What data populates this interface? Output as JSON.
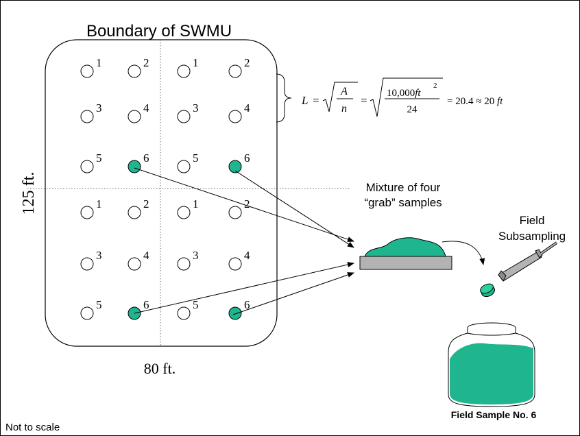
{
  "diagram": {
    "title": "Boundary of SWMU",
    "height_label": "125 ft.",
    "width_label": "80 ft.",
    "sample_numbers": [
      [
        "1",
        "2",
        "1",
        "2"
      ],
      [
        "3",
        "4",
        "3",
        "4"
      ],
      [
        "5",
        "6",
        "5",
        "6"
      ],
      [
        "1",
        "2",
        "1",
        "2"
      ],
      [
        "3",
        "4",
        "3",
        "4"
      ],
      [
        "5",
        "6",
        "5",
        "6"
      ]
    ],
    "selected_sample": "6",
    "formula": {
      "lhs": "L",
      "eq": "=",
      "frac1_num": "A",
      "frac1_den": "n",
      "frac2_num": "10,000",
      "frac2_unit": "ft",
      "frac2_exp": "2",
      "frac2_den": "24",
      "result": "= 20.4 ≈ 20",
      "result_unit": "ft"
    },
    "mixture_label_line1": "Mixture of four",
    "mixture_label_line2": "“grab” samples",
    "subsampling_label_line1": "Field",
    "subsampling_label_line2": "Subsampling",
    "jar_caption": "Field Sample No. 6",
    "footer_note": "Not to scale",
    "colors": {
      "sample_fill": "#1fb58f",
      "tray_fill": "#b3b3b3",
      "line": "#000000"
    }
  }
}
